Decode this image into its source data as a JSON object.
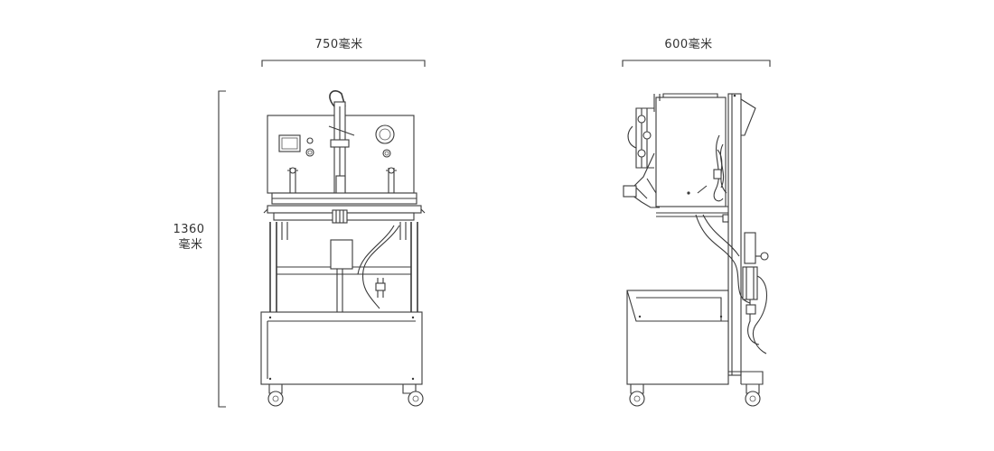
{
  "dimensions": {
    "front_width": "750毫米",
    "side_depth": "600毫米",
    "height_value": "1360",
    "height_unit": "毫米"
  },
  "colors": {
    "line": "#3a3a3a",
    "background": "#ffffff",
    "text": "#333333"
  }
}
